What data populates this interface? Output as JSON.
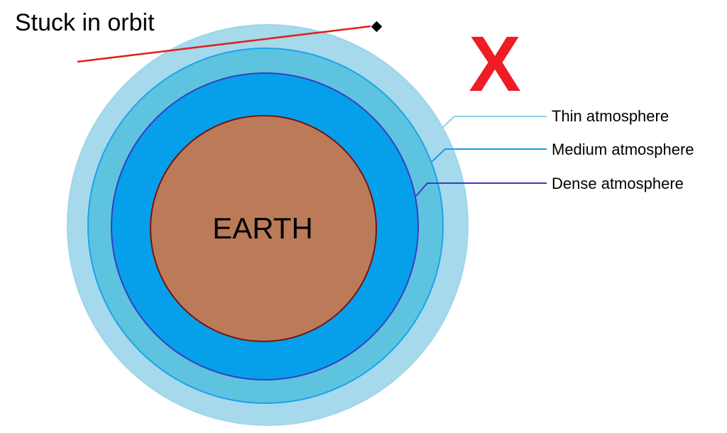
{
  "title": "Stuck in orbit",
  "center_label": "EARTH",
  "layers": [
    {
      "label": "Thin atmosphere",
      "fill": "#a6d9ec",
      "stroke": "#9ed6ea",
      "leader": "#8fd3e8"
    },
    {
      "label": "Medium atmosphere",
      "fill": "#5ec3df",
      "stroke": "#1aa3ee",
      "leader": "#1a9ae8"
    },
    {
      "label": "Dense atmosphere",
      "fill": "#06a0ea",
      "stroke": "#3a3dc0",
      "leader": "#3a3dc0"
    }
  ],
  "earth": {
    "fill": "#bc7b58",
    "stroke": "#7a1010"
  },
  "orbit_line_color": "#e0201c",
  "fail_mark": {
    "symbol": "X",
    "color": "#ee1c24"
  },
  "satellite_icon": "diamond-icon"
}
